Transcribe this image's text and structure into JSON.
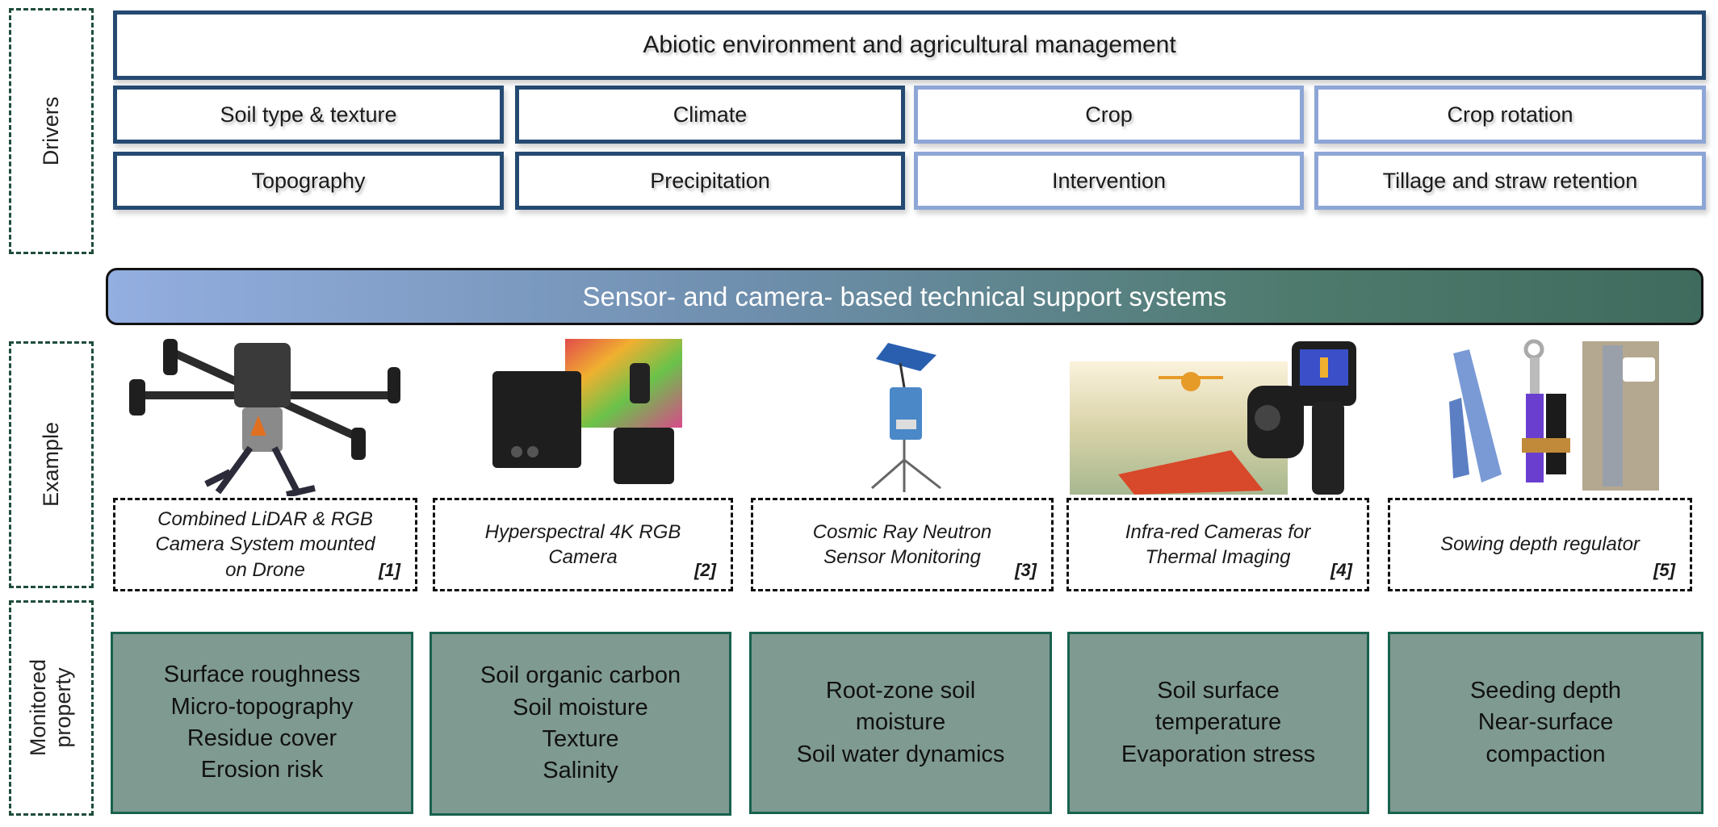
{
  "rows": {
    "drivers_label": "Drivers",
    "example_label": "Example",
    "monitored_label": [
      "Monitored",
      "property"
    ]
  },
  "drivers": {
    "title": "Abiotic environment and agricultural management",
    "row1": [
      "Soil type & texture",
      "Climate",
      "Crop",
      "Crop rotation"
    ],
    "row2": [
      "Topography",
      "Precipitation",
      "Intervention",
      "Tillage and straw retention"
    ]
  },
  "banner": "Sensor- and camera- based technical support systems",
  "examples": [
    {
      "caption": [
        "Combined LiDAR & RGB",
        "Camera System mounted",
        "on Drone"
      ],
      "ref": "[1]",
      "image": "drone-lidar-icon"
    },
    {
      "caption": [
        "Hyperspectral 4K RGB",
        "Camera"
      ],
      "ref": "[2]",
      "image": "hyperspectral-camera-icon"
    },
    {
      "caption": [
        "Cosmic Ray Neutron",
        "Sensor Monitoring"
      ],
      "ref": "[3]",
      "image": "neutron-sensor-icon"
    },
    {
      "caption": [
        "Infra-red Cameras for",
        "Thermal Imaging"
      ],
      "ref": "[4]",
      "image": "thermal-camera-icon"
    },
    {
      "caption": [
        "Sowing depth regulator"
      ],
      "ref": "[5]",
      "image": "sowing-regulator-icon"
    }
  ],
  "monitored": [
    [
      "Surface roughness",
      "Micro-topography",
      "Residue cover",
      "Erosion risk"
    ],
    [
      "Soil organic carbon",
      "Soil moisture",
      "Texture",
      "Salinity"
    ],
    [
      "Root-zone soil",
      "moisture",
      "Soil water dynamics"
    ],
    [
      "Soil surface",
      "temperature",
      "Evaporation stress"
    ],
    [
      "Seeding depth",
      "Near-surface",
      "compaction"
    ]
  ],
  "colors": {
    "driver_dark": "#254a72",
    "driver_light": "#8ea6d6",
    "monitored_fill": "#7f9a90",
    "monitored_border": "#18624e",
    "label_border": "#1f4d3a"
  }
}
